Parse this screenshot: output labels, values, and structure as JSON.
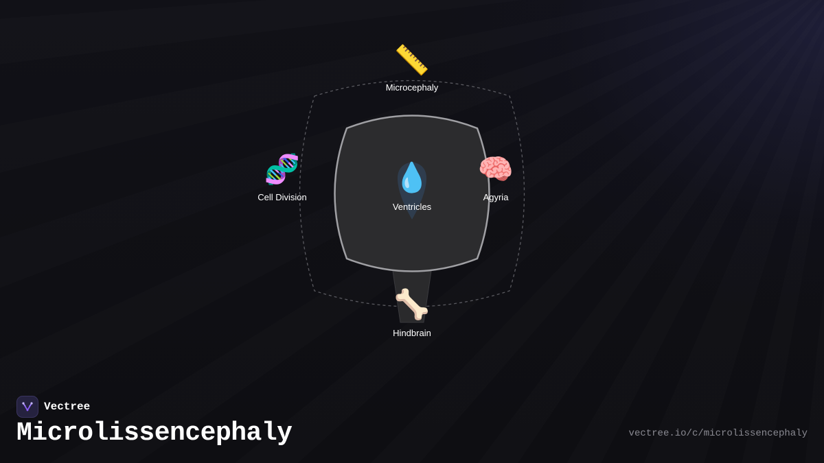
{
  "brand": {
    "name": "Vectree",
    "logo_icon": "vectree-logo-icon",
    "accent": "#8b5cf6"
  },
  "page": {
    "title": "Microlissencephaly",
    "url": "vectree.io/c/microlissencephaly"
  },
  "diagram": {
    "center": {
      "label": "Ventricles",
      "icon": "water-droplet-icon",
      "glyph": "💧"
    },
    "nodes": [
      {
        "id": "microcephaly",
        "label": "Microcephaly",
        "icon": "ruler-icon",
        "glyph": "📏"
      },
      {
        "id": "cell-division",
        "label": "Cell Division",
        "icon": "dna-icon",
        "glyph": "🧬"
      },
      {
        "id": "agyria",
        "label": "Agyria",
        "icon": "brain-icon",
        "glyph": "🧠"
      },
      {
        "id": "hindbrain",
        "label": "Hindbrain",
        "icon": "bone-icon",
        "glyph": "🦴"
      }
    ],
    "colors": {
      "core_fill": "#2c2c2e",
      "core_stroke": "#a0a0a4",
      "dashed_outline": "#5a5a60"
    }
  }
}
